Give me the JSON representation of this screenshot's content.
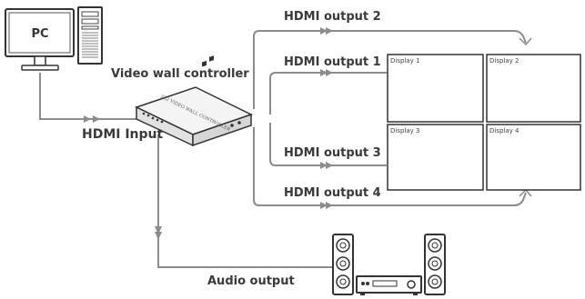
{
  "labels": {
    "pc": "PC",
    "controller": "Video wall controller",
    "hdmi_input": "HDMI Input",
    "out1": "HDMI output 1",
    "out2": "HDMI output 2",
    "out3": "HDMI output 3",
    "out4": "HDMI output 4",
    "audio": "Audio output",
    "device_face": "2X2 VIDEO WALL CONTROLLER"
  },
  "displays": [
    "Display 1",
    "Display 2",
    "Display 3",
    "Display 4"
  ],
  "colors": {
    "wire": "#8c8c8c",
    "stroke": "#333333",
    "text": "#3a3a3a"
  }
}
